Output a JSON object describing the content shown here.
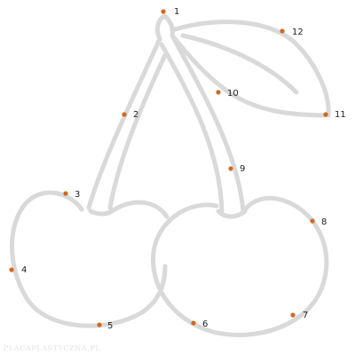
{
  "colors": {
    "outline": "#d9d9d9",
    "dot": "#d2691e",
    "number_text": "#222222",
    "watermark": "#e3e3e3",
    "background": "#ffffff"
  },
  "dots": [
    {
      "label": "1"
    },
    {
      "label": "2"
    },
    {
      "label": "3"
    },
    {
      "label": "4"
    },
    {
      "label": "5"
    },
    {
      "label": "6"
    },
    {
      "label": "7"
    },
    {
      "label": "8"
    },
    {
      "label": "9"
    },
    {
      "label": "10"
    },
    {
      "label": "11"
    },
    {
      "label": "12"
    }
  ],
  "watermark": {
    "text": "PLACAPLASTYCZNA.PL"
  }
}
